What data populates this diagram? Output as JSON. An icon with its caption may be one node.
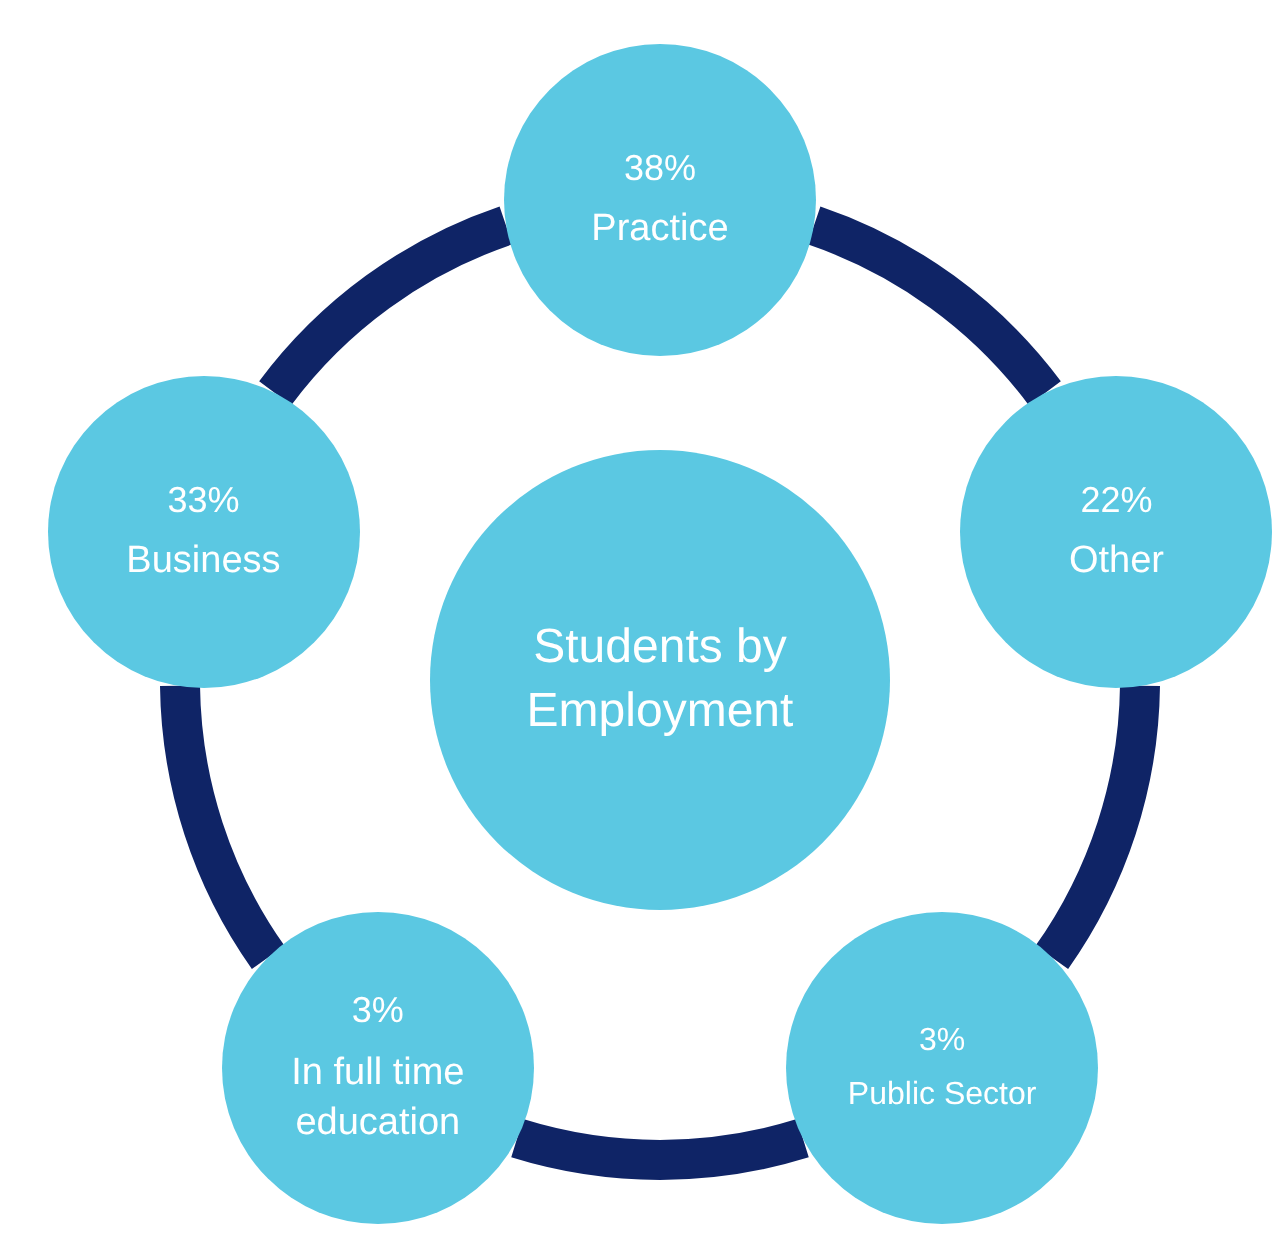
{
  "diagram": {
    "nodes": [
      {
        "text": [
          "38%",
          "Practice"
        ]
      },
      {
        "text": [
          "33%",
          "Business"
        ]
      },
      {
        "text": [
          "22%",
          "Other"
        ]
      },
      {
        "text": [
          "Students by Employment"
        ]
      },
      {
        "text": [
          "3%",
          "In full time education"
        ]
      },
      {
        "text": [
          "3%",
          "Public Sector"
        ]
      }
    ],
    "edges": [
      {
        "from": 0,
        "to": 2,
        "arrow": "none"
      },
      {
        "from": 2,
        "to": 5,
        "arrow": "none"
      },
      {
        "from": 5,
        "to": 4,
        "arrow": "none"
      },
      {
        "from": 4,
        "to": 1,
        "arrow": "none"
      },
      {
        "from": 1,
        "to": 0,
        "arrow": "none"
      }
    ]
  }
}
